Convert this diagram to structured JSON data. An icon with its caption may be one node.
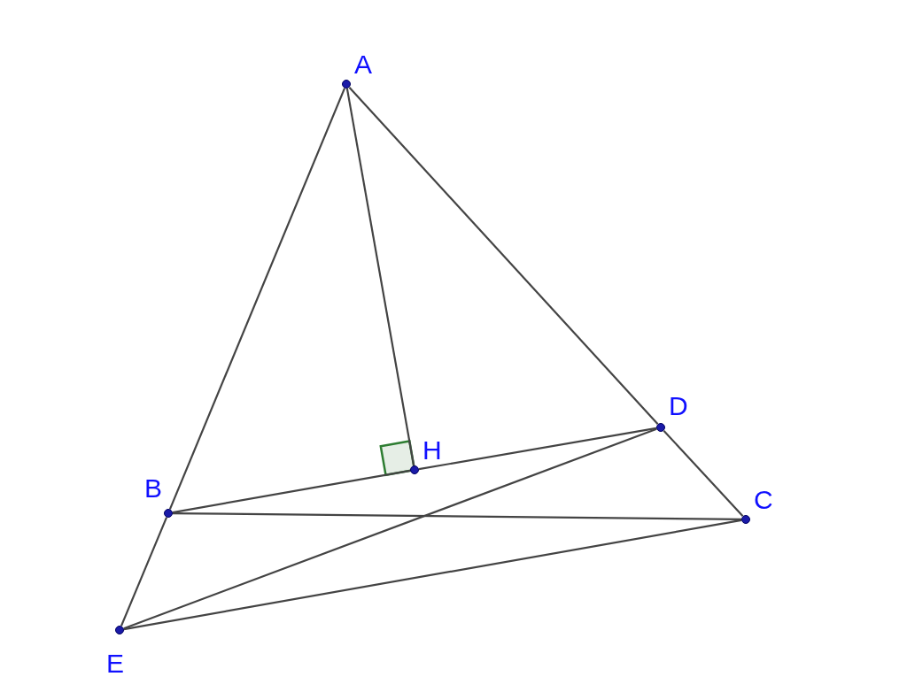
{
  "diagram": {
    "nodes": [
      {
        "text": [
          "A"
        ]
      },
      {
        "text": [
          "B"
        ]
      },
      {
        "text": [
          "C"
        ]
      },
      {
        "text": [
          "D"
        ]
      },
      {
        "text": [
          "E"
        ]
      },
      {
        "text": [
          "H"
        ]
      }
    ],
    "edges": [
      {
        "from": 0,
        "to": 1,
        "arrow": "none"
      },
      {
        "from": 1,
        "to": 4,
        "arrow": "none"
      },
      {
        "from": 0,
        "to": 5,
        "arrow": "none"
      },
      {
        "from": 0,
        "to": 3,
        "arrow": "none"
      },
      {
        "from": 3,
        "to": 2,
        "arrow": "none"
      },
      {
        "from": 1,
        "to": 5,
        "arrow": "none"
      },
      {
        "from": 5,
        "to": 3,
        "arrow": "none"
      },
      {
        "from": 1,
        "to": 2,
        "arrow": "none"
      },
      {
        "from": 4,
        "to": 3,
        "arrow": "none"
      },
      {
        "from": 4,
        "to": 2,
        "arrow": "none"
      }
    ]
  }
}
